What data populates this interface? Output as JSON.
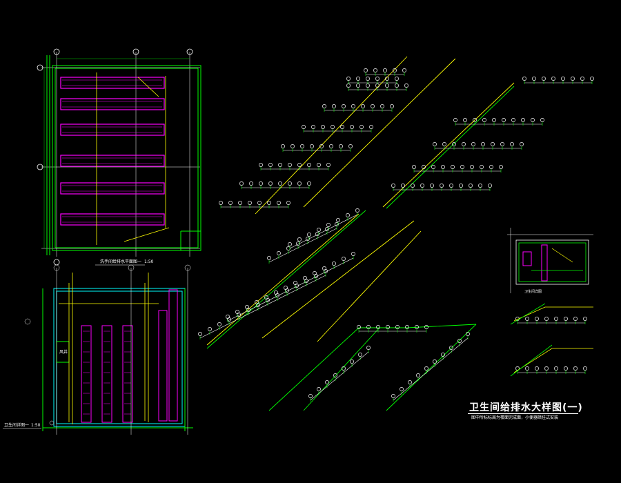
{
  "drawing": {
    "title": "卫生间给排水大样图(一)",
    "note": "图中所标标高为楼面完成面，小便器暗挂式安装",
    "plan_upper_label": "洗手间给排水平面图一",
    "plan_upper_scale": "1:50",
    "plan_lower_label": "卫生间详图一",
    "plan_lower_scale": "1:50",
    "detail_label": "卫生间详图",
    "room_label": "风井"
  },
  "colors": {
    "background": "#000000",
    "wall": "#00ff00",
    "grid": "#ffffff",
    "fixture": "#ff00ff",
    "supply_pipe": "#ffff00",
    "drain_pipe": "#00ff00",
    "wall_alt": "#00ffff",
    "dim": "#00cc00"
  }
}
